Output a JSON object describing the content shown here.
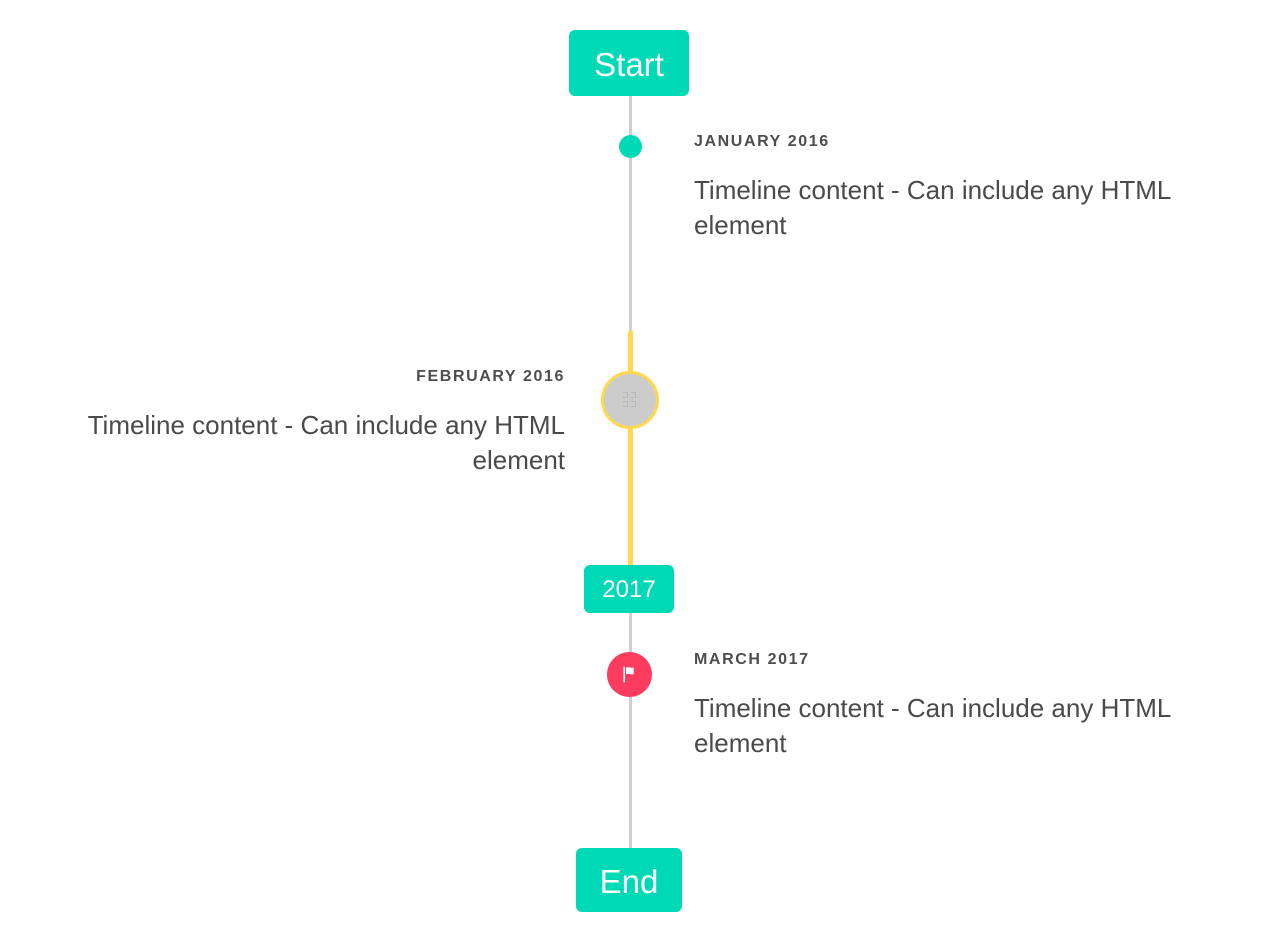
{
  "colors": {
    "accent_teal": "#00d9b6",
    "accent_yellow": "#ffd84d",
    "accent_pink": "#fb3c5f",
    "line_gray": "#cfcfcf",
    "marker_gray": "#cccccc",
    "text_dark": "#4a4a4a"
  },
  "timeline": {
    "start_badge": {
      "label": "Start"
    },
    "mid_badge": {
      "label": "2017"
    },
    "end_badge": {
      "label": "End"
    },
    "entries": [
      {
        "side": "right",
        "date": "JANUARY 2016",
        "body": "Timeline content - Can include any HTML element",
        "marker": {
          "icon": "dot-icon",
          "color": "#00d9b6"
        }
      },
      {
        "side": "left",
        "date": "FEBRUARY 2016",
        "body": "Timeline content - Can include any HTML element",
        "marker": {
          "icon": "missing-glyph-icon",
          "color": "#cccccc",
          "border_color": "#ffd84d"
        }
      },
      {
        "side": "right",
        "date": "MARCH 2017",
        "body": "Timeline content - Can include any HTML element",
        "marker": {
          "icon": "flag-icon",
          "color": "#fb3c5f"
        }
      }
    ]
  }
}
